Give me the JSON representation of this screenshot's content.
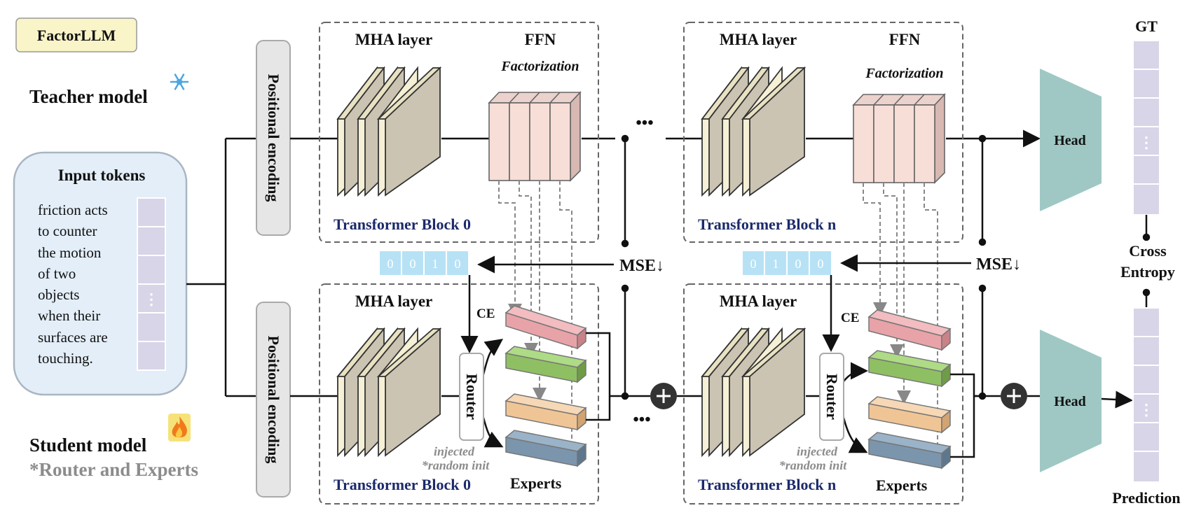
{
  "badge": "FactorLLM",
  "teacher_label": "Teacher model",
  "student_label": "Student model",
  "student_sub": "*Router and Experts",
  "input_title": "Input tokens",
  "input_lines": [
    "friction acts",
    "to counter",
    "the motion",
    "of two",
    "objects",
    "when their",
    "surfaces are",
    "touching."
  ],
  "pos_encoding": "Positional encoding",
  "mha": "MHA layer",
  "ffn": "FFN",
  "factorization": "Factorization",
  "block0": "Transformer Block 0",
  "blockn": "Transformer Block n",
  "ellipsis": "•••",
  "mse": "MSE↓",
  "ce": "CE",
  "router": "Router",
  "injected": "injected",
  "random_init": "*random init",
  "experts": "Experts",
  "head": "Head",
  "gt": "GT",
  "cross": "Cross",
  "entropy": "Entropy",
  "prediction": "Prediction",
  "vec_block0": [
    "0",
    "0",
    "1",
    "0"
  ],
  "vec_blockn": [
    "0",
    "1",
    "0",
    "0"
  ],
  "dots": "⋮",
  "icons": {
    "snowflake": "snowflake-icon",
    "fire": "fire-icon"
  },
  "colors": {
    "pink": "#e8a3a8",
    "green": "#8fbf63",
    "orange": "#f0c595",
    "blue": "#7b95ad",
    "head": "#9fc8c4",
    "token": "#d8d5e8",
    "onehot": "#b7e2f5"
  }
}
